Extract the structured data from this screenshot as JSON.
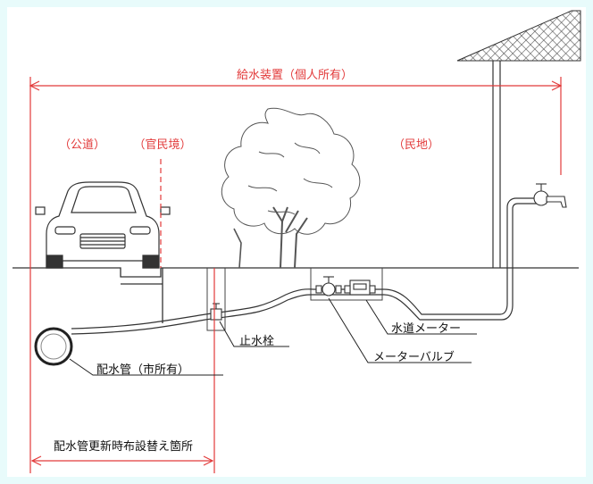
{
  "labels": {
    "supply_equipment": "給水装置（個人所有）",
    "public_road": "（公道）",
    "boundary": "（官民境）",
    "private_land": "（民地）",
    "stop_valve": "止水栓",
    "water_meter": "水道メーター",
    "meter_valve": "メーターバルブ",
    "distribution_pipe": "配水管（市所有）",
    "replacement_area": "配水管更新時布設替え箇所"
  },
  "colors": {
    "red": "#e23a3a",
    "line": "#222222",
    "background": "#e8fbfb"
  }
}
